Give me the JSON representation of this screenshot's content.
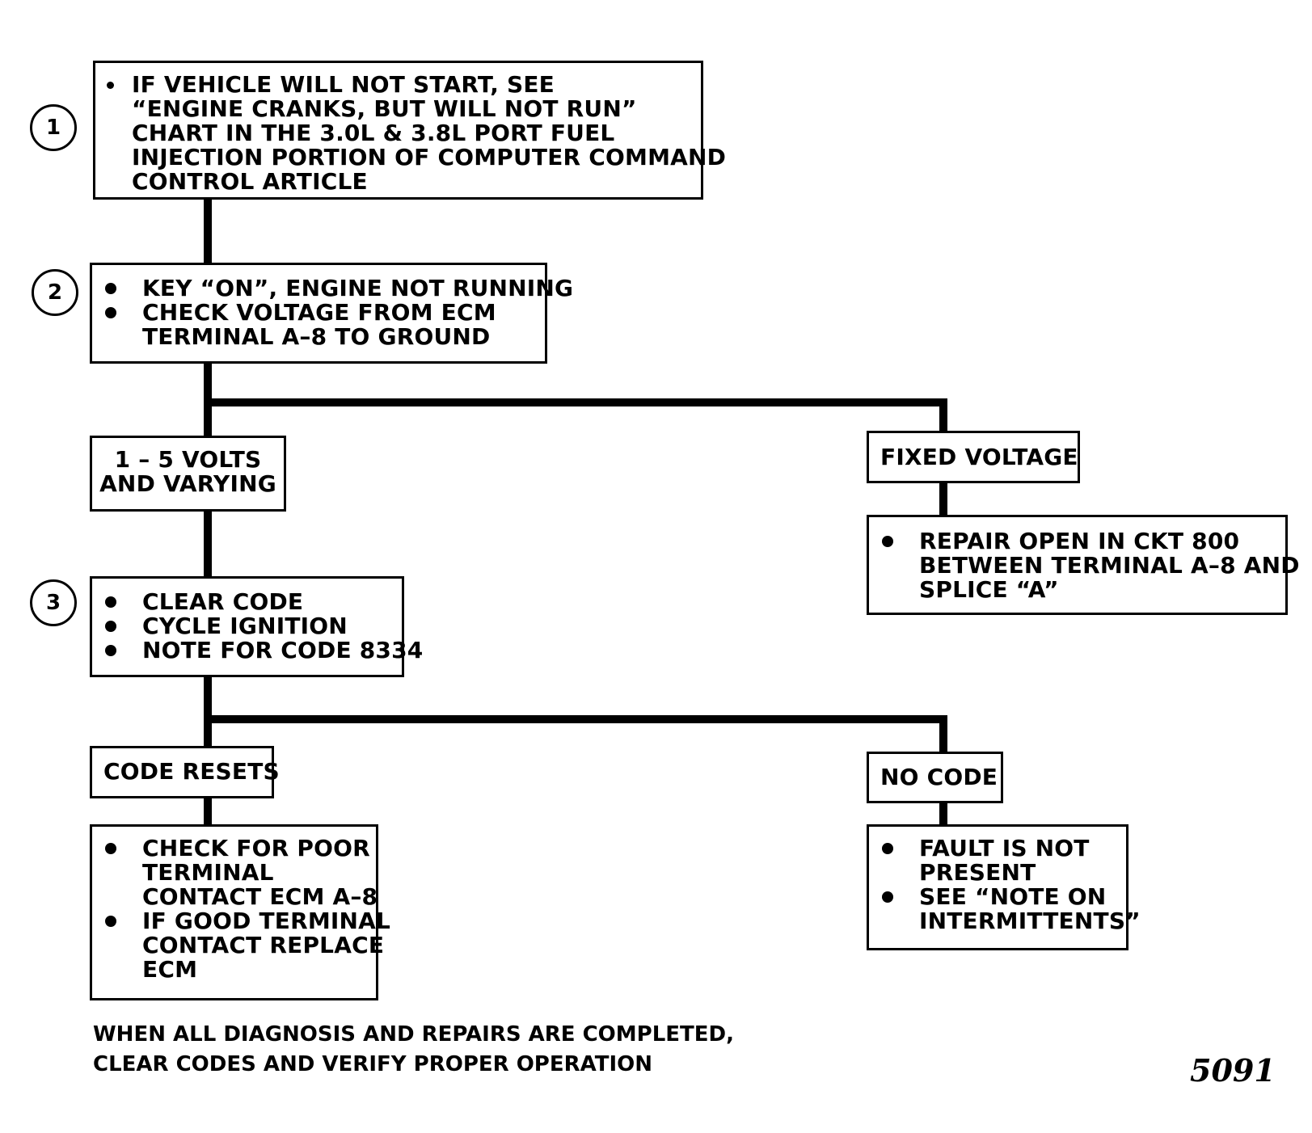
{
  "steps": {
    "step1_number": "1",
    "step2_number": "2",
    "step3_number": "3"
  },
  "boxes": {
    "vehicle_start": {
      "bullet_lines": [
        "IF VEHICLE WILL NOT START, SEE",
        "“ENGINE CRANKS, BUT WILL NOT RUN”",
        "CHART IN THE 3.0L & 3.8L PORT FUEL",
        "INJECTION PORTION OF COMPUTER COMMAND",
        "CONTROL ARTICLE"
      ]
    },
    "key_on": {
      "bullet1": "KEY “ON”, ENGINE NOT RUNNING",
      "bullet2_lines": [
        "CHECK VOLTAGE FROM ECM",
        "TERMINAL  A–8  TO GROUND"
      ]
    },
    "volts_varying": {
      "lines": [
        "1 – 5  VOLTS",
        "AND VARYING"
      ]
    },
    "fixed_voltage": {
      "label": "FIXED VOLTAGE"
    },
    "repair_open": {
      "bullet_lines": [
        "REPAIR OPEN IN CKT 800",
        "BETWEEN TERMINAL A–8  AND",
        "SPLICE “A”"
      ]
    },
    "clear_code": {
      "bullets": [
        "CLEAR CODE",
        "CYCLE IGNITION",
        "NOTE FOR CODE 8334"
      ]
    },
    "code_resets": {
      "label": "CODE RESETS"
    },
    "no_code": {
      "label": "NO CODE"
    },
    "check_terminal": {
      "bullet1_lines": [
        "CHECK FOR POOR",
        "TERMINAL",
        "CONTACT ECM A–8"
      ],
      "bullet2_lines": [
        "IF GOOD TERMINAL",
        "CONTACT REPLACE",
        "ECM"
      ]
    },
    "fault_not_present": {
      "bullet1_lines": [
        "FAULT IS NOT",
        "PRESENT"
      ],
      "bullet2_lines": [
        "SEE “NOTE ON",
        "INTERMITTENTS”"
      ]
    }
  },
  "footer": {
    "line1": "WHEN ALL DIAGNOSIS AND REPAIRS ARE COMPLETED,",
    "line2": "CLEAR CODES AND VERIFY PROPER OPERATION"
  },
  "figure_number": "5091",
  "colors": {
    "ink": "#000000",
    "paper": "#ffffff"
  }
}
